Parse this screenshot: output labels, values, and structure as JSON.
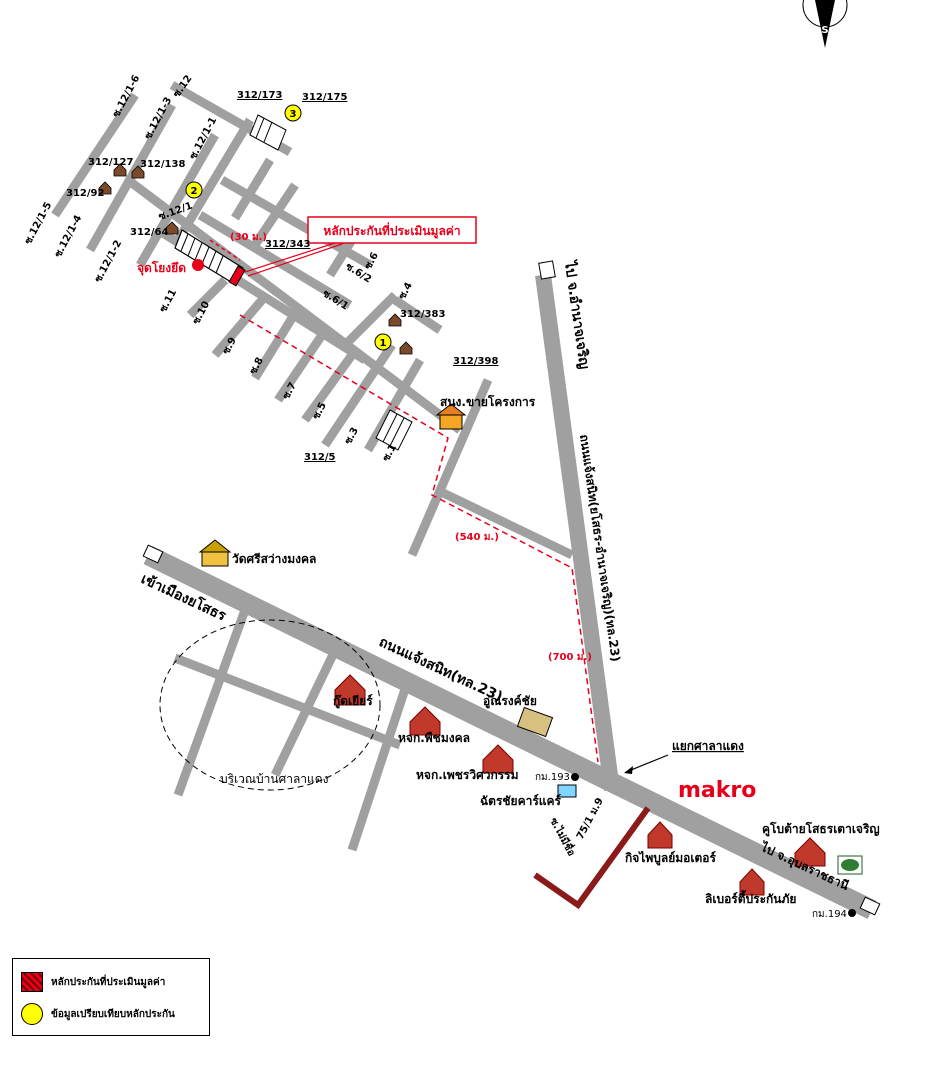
{
  "callout": {
    "text": "หลักประกันที่ประเมินมูลค่า"
  },
  "compass": {
    "label": "S"
  },
  "labels": {
    "start_point": "จุดโยงยึด",
    "dist_30": "(30 ม.)",
    "dist_540": "(540 ม.)",
    "dist_700": "(700 ม.)",
    "sales_office": "สนง.ขายโครงการ",
    "to_amnat": "ไป จ.อำนาจเจริญ",
    "hwy_23_north": "ถนนแจ้งสนิท(ยโสธร-อำนาจเจริญ)(ทล.23)",
    "to_yasothon": "เข้าเมืองยโสธร",
    "hwy_23_main": "ถนนแจ้งสนิท(ทล.23)",
    "wat": "วัดศรีสว่างมงคล",
    "ban_sala_daeng": "บริเวณบ้านศาลาแดง",
    "kudiya": "กู๊ดเยียร์",
    "phetmongkhon": "หจก.พืชมงคล",
    "ourangsi": "อู่ณรงค์ชัย",
    "petchwisawakam": "หจก.เพชรวิศวกรรม",
    "chatchai": "ฉัตรชัยคาร์แคร์",
    "sala_daeng_junction": "แยกศาลาแดง",
    "km193": "กม.193",
    "makro": "makro",
    "soi_mairia": "ซ.ไม่มีชื่อ",
    "addr_75_1": "75/1 ม.9",
    "kitphaibun": "กิจไพบูลย์มอเตอร์",
    "kubota": "คูโบต้ายโสธรเตาเจริญ",
    "to_ubon": "ไป จ.อุบลราชธานี",
    "liberty": "ลิเบอร์ตี้ประกันภัย",
    "km194": "กม.194"
  },
  "plots": {
    "p173": "312/173",
    "p175": "312/175",
    "p127": "312/127",
    "p138": "312/138",
    "p92": "312/92",
    "p64": "312/64",
    "p343": "312/343",
    "p383": "312/383",
    "p398": "312/398",
    "p5": "312/5"
  },
  "markers": {
    "m1": "1",
    "m2": "2",
    "m3": "3"
  },
  "sois": {
    "s12": "ซ.12",
    "s12_1_6": "ซ.12/1-6",
    "s12_1_3": "ซ.12/1-3",
    "s12_1_1": "ซ.12/1-1",
    "s12_1": "ซ.12/1",
    "s12_1_5": "ซ.12/1-5",
    "s12_1_4": "ซ.12/1-4",
    "s12_1_2": "ซ.12/1-2",
    "s11": "ซ.11",
    "s10": "ซ.10",
    "s9": "ซ.9",
    "s8": "ซ.8",
    "s7": "ซ.7",
    "s5": "ซ.5",
    "s3": "ซ.3",
    "s1": "ซ.1",
    "s6_2": "ซ.6/2",
    "s6": "ซ.6",
    "s6_1": "ซ.6/1",
    "s4": "ซ.4"
  },
  "legend": {
    "item1": "หลักประกันที่ประเมินมูลค่า",
    "item2": "ข้อมูลเปรียบเทียบหลักประกัน"
  },
  "colors": {
    "road": "#a0a0a0",
    "route": "#e8001a",
    "marker": "#ffff00",
    "soi_dark_red": "#8b1a1a"
  }
}
